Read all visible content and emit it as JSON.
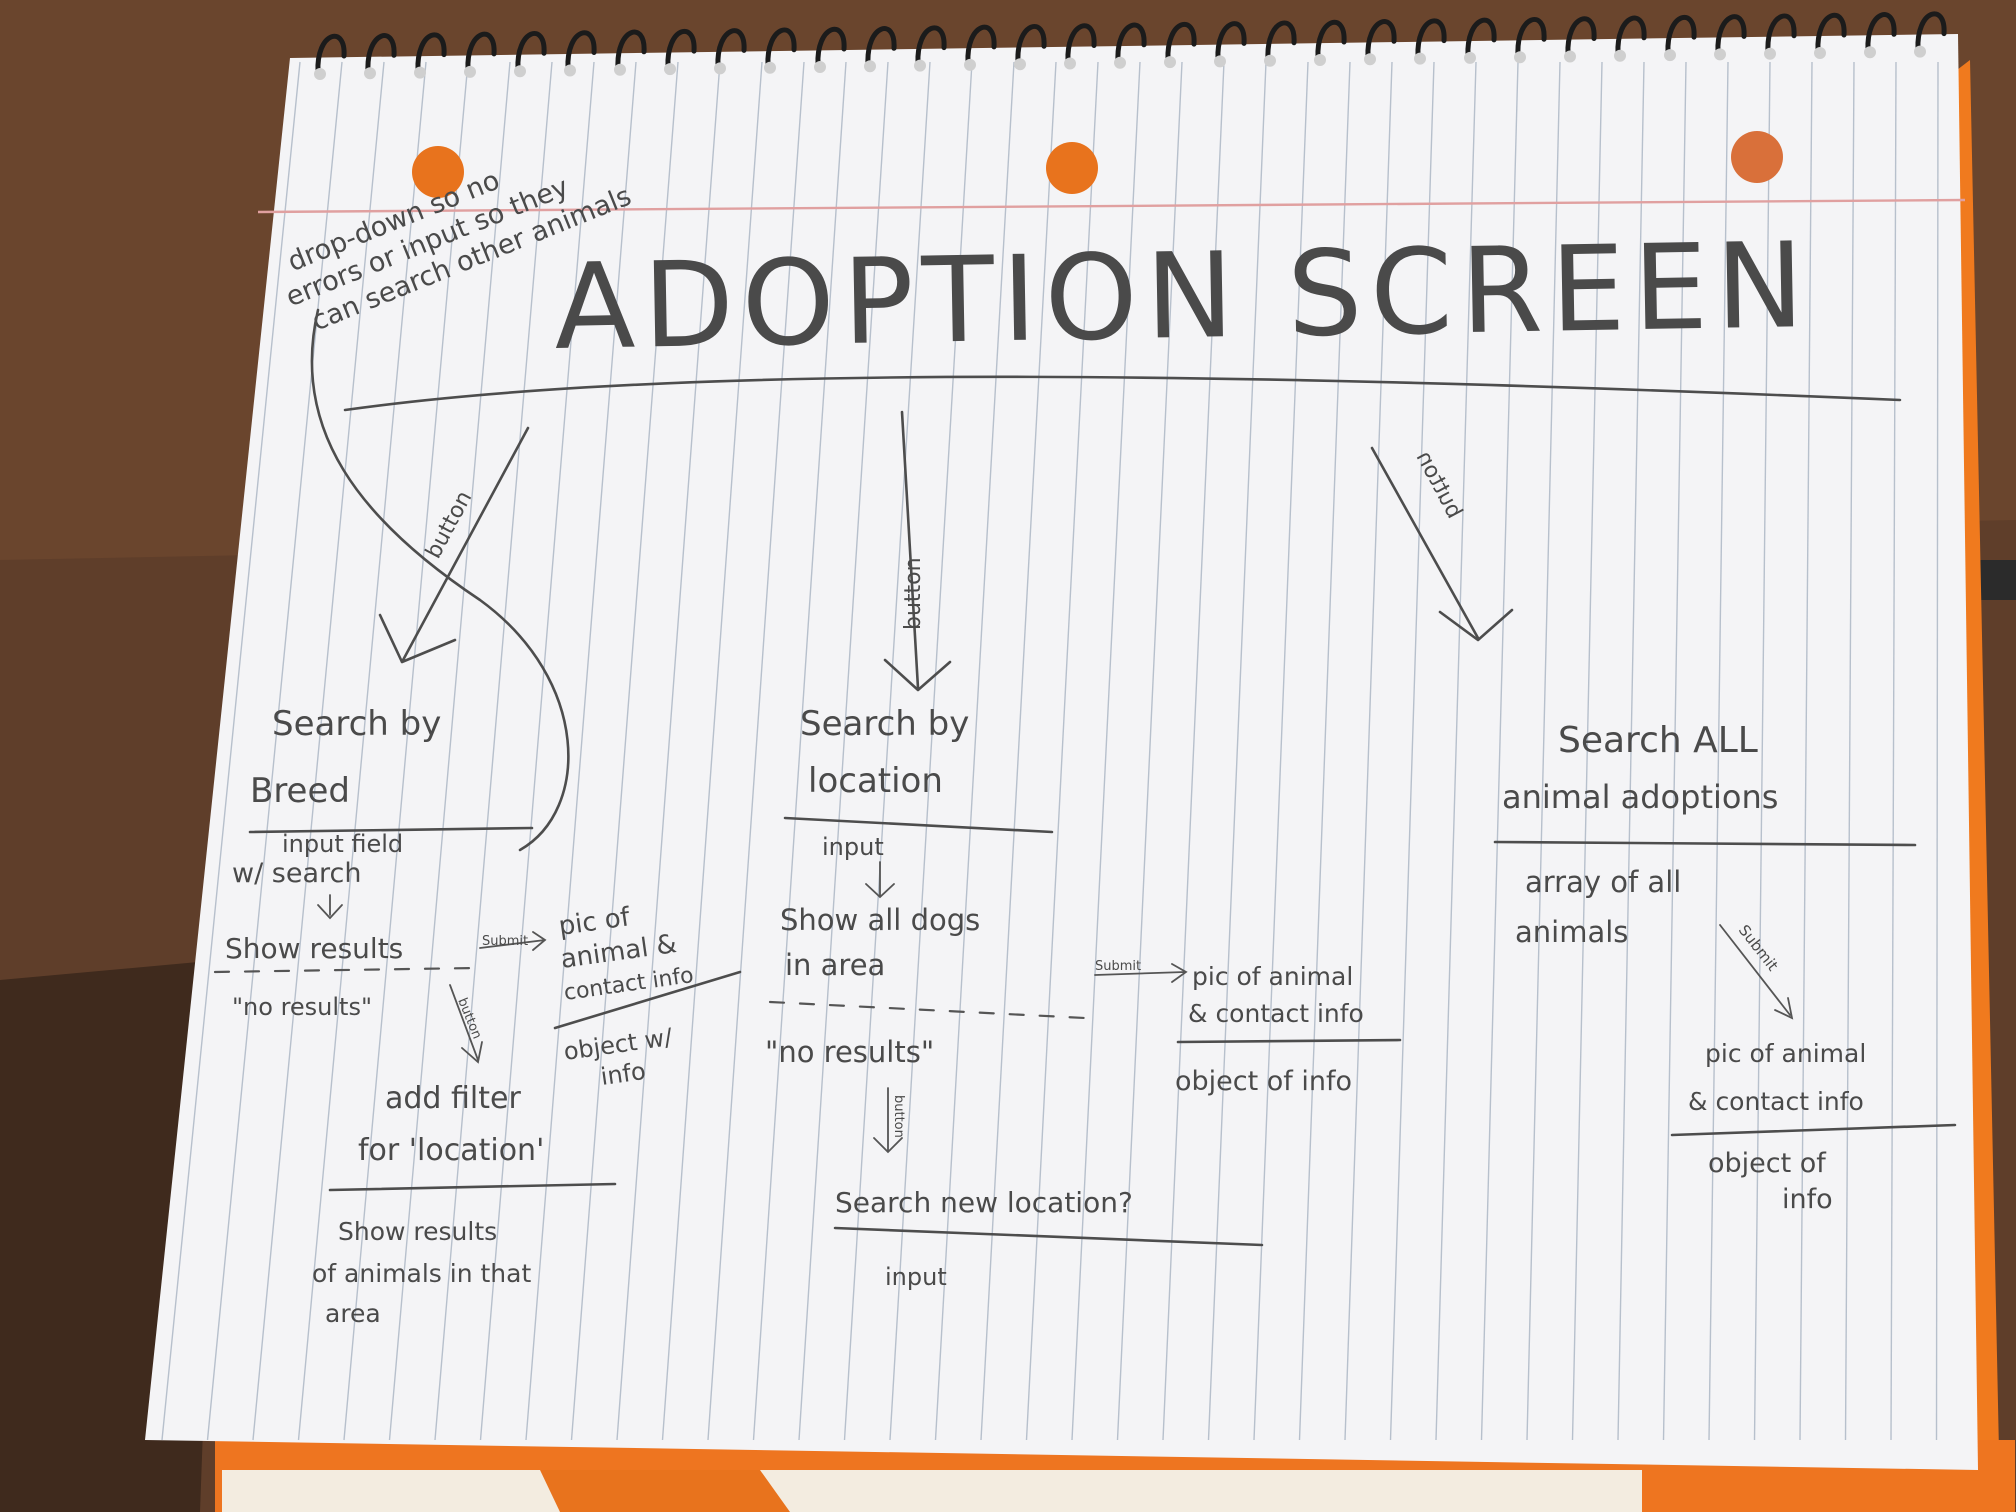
{
  "title": "ADOPTION SCREEN",
  "note": {
    "line1": "drop-down so no",
    "line2": "errors or input so they",
    "line3": "can search other animals"
  },
  "labels": {
    "button": "button",
    "submit": "Submit"
  },
  "breed": {
    "title_line1": "Search by",
    "title_line2": "Breed",
    "input_line1": "input field",
    "input_line2": "w/ search",
    "show_results": "Show results",
    "no_results": "\"no results\"",
    "pic_line1": "pic of",
    "pic_line2": "animal &",
    "pic_line3": "contact info",
    "obj_line1": "object w/",
    "obj_line2": "info",
    "filter_line1": "add filter",
    "filter_line2": "for 'location'",
    "area_line1": "Show results",
    "area_line2": "of animals in that",
    "area_line3": "area"
  },
  "location": {
    "title_line1": "Search by",
    "title_line2": "location",
    "input": "input",
    "show_line1": "Show all dogs",
    "show_line2": "in area",
    "no_results": "\"no results\"",
    "new_location": "Search new location?",
    "input2": "input",
    "pic_line1": "pic of animal",
    "pic_line2": "& contact info",
    "obj": "object of info"
  },
  "all": {
    "title_line1": "Search ALL",
    "title_line2": "animal adoptions",
    "array_line1": "array of all",
    "array_line2": "animals",
    "pic_line1": "pic of animal",
    "pic_line2": "& contact info",
    "obj_line1": "object of",
    "obj_line2": "info"
  }
}
